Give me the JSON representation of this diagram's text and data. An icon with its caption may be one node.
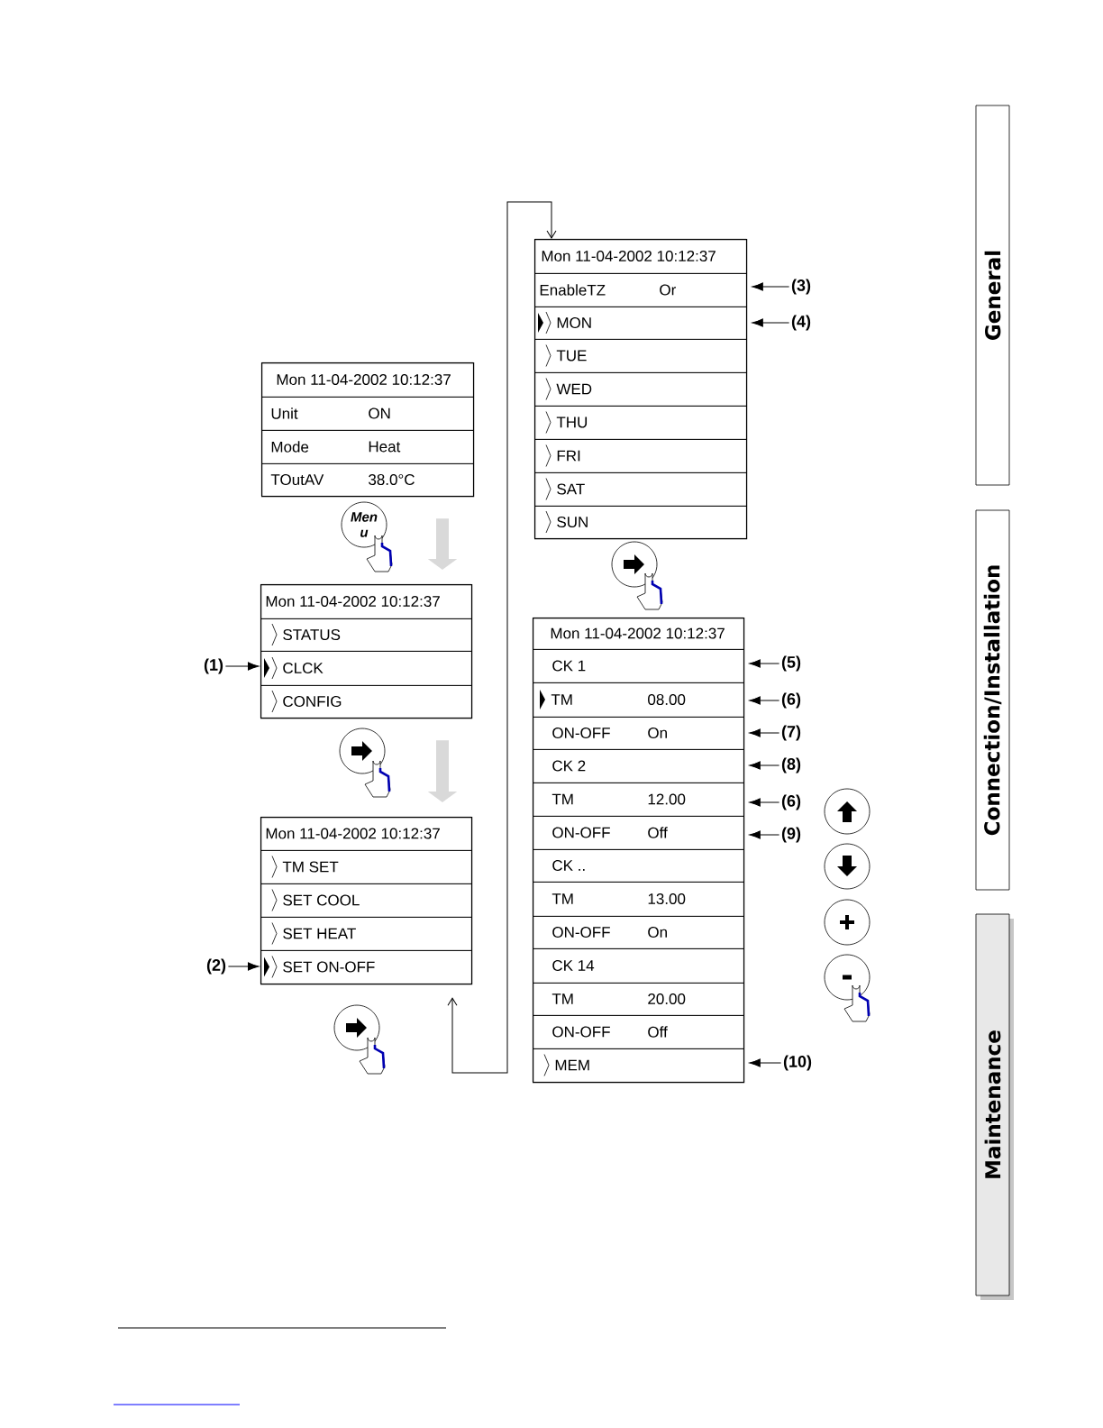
{
  "diagram": {
    "nodes": [
      {
        "text": [],
        "shape": "box"
      },
      {
        "text": [
          "Mon 11-04-2002 10:12:37"
        ],
        "in": 0
      },
      {
        "text": [
          "Unit",
          "ON"
        ],
        "in": 0
      },
      {
        "text": [
          "Mode",
          "Heat"
        ],
        "in": 0
      },
      {
        "text": [
          "TOutAV",
          "38.0°C"
        ],
        "in": 0
      },
      {
        "text": [
          "Men u"
        ]
      },
      {
        "text": [],
        "shape": "box"
      },
      {
        "text": [
          "Mon 11-04-2002 10:12:37"
        ],
        "in": 6
      },
      {
        "text": [
          "STATUS"
        ],
        "in": 6
      },
      {
        "text": [
          "CLCK"
        ],
        "in": 6
      },
      {
        "text": [
          "CONFIG"
        ],
        "in": 6
      },
      {
        "text": [
          "(1)"
        ]
      },
      {
        "text": [],
        "shape": "box"
      },
      {
        "text": [
          "Mon 11-04-2002 10:12:37"
        ],
        "in": 12
      },
      {
        "text": [
          "TM SET"
        ],
        "in": 12
      },
      {
        "text": [
          "SET COOL"
        ],
        "in": 12
      },
      {
        "text": [
          "SET HEAT"
        ],
        "in": 12
      },
      {
        "text": [
          "SET ON-OFF"
        ],
        "in": 12
      },
      {
        "text": [
          "(2)"
        ]
      },
      {
        "text": [],
        "shape": "box"
      },
      {
        "text": [
          "Mon 11-04-2002 10:12:37"
        ],
        "in": 19
      },
      {
        "text": [
          "EnableTZ",
          "Or"
        ],
        "in": 19
      },
      {
        "text": [
          "MON"
        ],
        "in": 19
      },
      {
        "text": [
          "TUE"
        ],
        "in": 19
      },
      {
        "text": [
          "WED"
        ],
        "in": 19
      },
      {
        "text": [
          "THU"
        ],
        "in": 19
      },
      {
        "text": [
          "FRI"
        ],
        "in": 19
      },
      {
        "text": [
          "SAT"
        ],
        "in": 19
      },
      {
        "text": [
          "SUN"
        ],
        "in": 19
      },
      {
        "text": [
          "(3)"
        ]
      },
      {
        "text": [
          "(4)"
        ]
      },
      {
        "text": [],
        "shape": "box"
      },
      {
        "text": [
          "Mon 11-04-2002 10:12:37"
        ],
        "in": 31
      },
      {
        "text": [
          "CK 1"
        ],
        "in": 31
      },
      {
        "text": [
          "TM",
          "08.00"
        ],
        "in": 31
      },
      {
        "text": [
          "ON-OFF",
          "On"
        ],
        "in": 31
      },
      {
        "text": [
          "CK 2"
        ],
        "in": 31
      },
      {
        "text": [
          "TM",
          "12.00"
        ],
        "in": 31
      },
      {
        "text": [
          "ON-OFF",
          "Off"
        ],
        "in": 31
      },
      {
        "text": [
          "CK .."
        ],
        "in": 31
      },
      {
        "text": [
          "TM",
          "13.00"
        ],
        "in": 31
      },
      {
        "text": [
          "ON-OFF",
          "On"
        ],
        "in": 31
      },
      {
        "text": [
          "CK 14"
        ],
        "in": 31
      },
      {
        "text": [
          "TM",
          "20.00"
        ],
        "in": 31
      },
      {
        "text": [
          "ON-OFF",
          "Off"
        ],
        "in": 31
      },
      {
        "text": [
          "MEM"
        ],
        "in": 31
      },
      {
        "text": [
          "(5)"
        ]
      },
      {
        "text": [
          "(6)"
        ]
      },
      {
        "text": [
          "(7)"
        ]
      },
      {
        "text": [
          "(8)"
        ]
      },
      {
        "text": [
          "(6)"
        ]
      },
      {
        "text": [
          "(9)"
        ]
      },
      {
        "text": [
          "(10)"
        ]
      },
      {
        "text": [
          "General"
        ]
      },
      {
        "text": [
          "Connection/Installation"
        ]
      },
      {
        "text": [
          "Maintenance"
        ]
      }
    ],
    "edges": [
      {
        "from": 0,
        "to": 6,
        "arrow": "to",
        "style": "thick",
        "color": "#d9d9d9"
      },
      {
        "from": 6,
        "to": 12,
        "arrow": "to",
        "style": "thick",
        "color": "#d9d9d9"
      },
      {
        "from": 12,
        "to": 19,
        "arrow": "both"
      },
      {
        "from": 11,
        "to": 9,
        "arrow": "to"
      },
      {
        "from": 18,
        "to": 17,
        "arrow": "to"
      },
      {
        "from": 29,
        "to": 21,
        "arrow": "to"
      },
      {
        "from": 30,
        "to": 22,
        "arrow": "to"
      },
      {
        "from": 46,
        "to": 33,
        "arrow": "to"
      },
      {
        "from": 47,
        "to": 34,
        "arrow": "to"
      },
      {
        "from": 48,
        "to": 35,
        "arrow": "to"
      },
      {
        "from": 49,
        "to": 36,
        "arrow": "to"
      },
      {
        "from": 50,
        "to": 37,
        "arrow": "to"
      },
      {
        "from": 51,
        "to": 38,
        "arrow": "to"
      },
      {
        "from": 52,
        "to": 45,
        "arrow": "to"
      }
    ]
  }
}
